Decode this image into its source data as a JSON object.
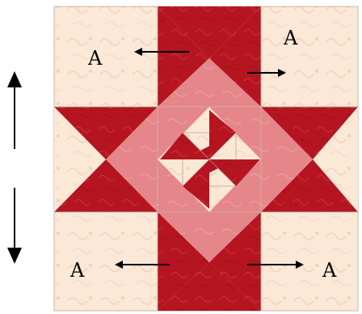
{
  "labels": {
    "top_left": "A",
    "top_right": "A",
    "bottom_left": "A",
    "bottom_right": "A"
  },
  "colors": {
    "background": "#fbe8d6",
    "dark_red": "#b41521",
    "pink": "#e5868a",
    "border": "#b8a9a0",
    "arrow": "#000000"
  },
  "icons": {
    "vertical_arrows": [
      "arrow-up-icon",
      "arrow-down-icon"
    ],
    "block_arrows": [
      "arrow-left-icon",
      "arrow-right-icon",
      "arrow-left-icon",
      "arrow-right-icon"
    ]
  }
}
